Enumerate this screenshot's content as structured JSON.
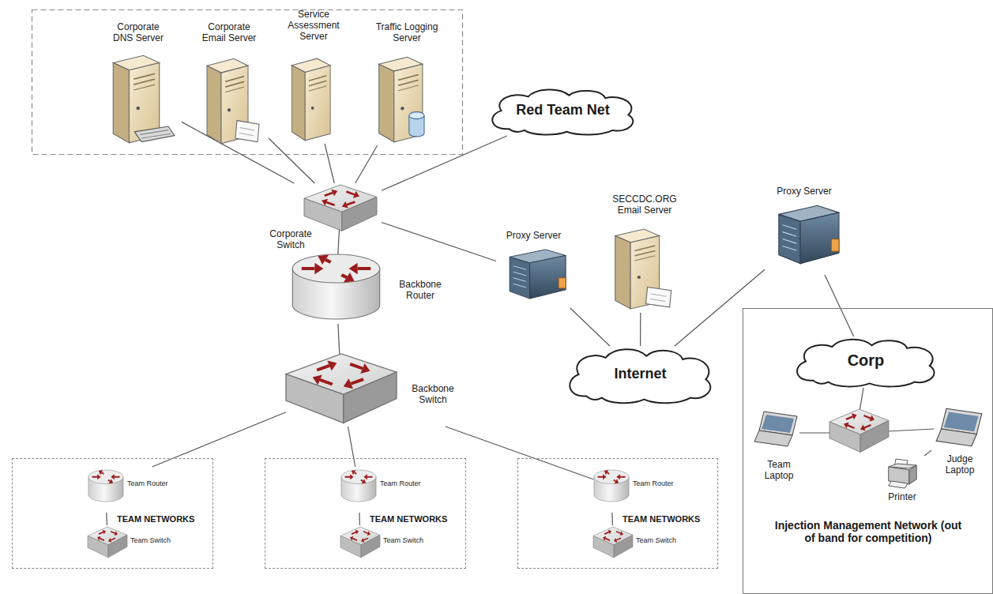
{
  "diagram": {
    "nodes": [
      {
        "text": [
          "Corporate DNS Server"
        ]
      },
      {
        "text": [
          "Corporate Email Server"
        ]
      },
      {
        "text": [
          "Service Assessment Server"
        ]
      },
      {
        "text": [
          "Traffic Logging Server"
        ]
      },
      {
        "text": [
          "Red Team Net"
        ]
      },
      {
        "text": [
          "Corporate Switch"
        ]
      },
      {
        "text": [
          "Backbone Router"
        ]
      },
      {
        "text": [
          "Proxy Server"
        ]
      },
      {
        "text": [
          "SECCDC.ORG Email Server"
        ]
      },
      {
        "text": [
          "Proxy Server"
        ]
      },
      {
        "text": [
          "Internet"
        ]
      },
      {
        "text": [
          "Backbone Switch"
        ]
      },
      {
        "text": [
          "TEAM NETWORKS"
        ]
      },
      {
        "text": [
          "Team Router"
        ],
        "in": 12
      },
      {
        "text": [
          "Team Switch"
        ],
        "in": 12
      },
      {
        "text": [
          "TEAM NETWORKS"
        ]
      },
      {
        "text": [
          "Team Router"
        ],
        "in": 15
      },
      {
        "text": [
          "Team Switch"
        ],
        "in": 15
      },
      {
        "text": [
          "TEAM NETWORKS"
        ]
      },
      {
        "text": [
          "Team Router"
        ],
        "in": 18
      },
      {
        "text": [
          "Team Switch"
        ],
        "in": 18
      },
      {
        "text": [
          "Injection Management Network (out of band for competition)"
        ]
      },
      {
        "text": [
          "Corp"
        ],
        "in": 21
      },
      {
        "text": [
          "Team Laptop"
        ],
        "in": 21
      },
      {
        "text": [
          "Judge Laptop"
        ],
        "in": 21
      },
      {
        "text": [
          "Printer"
        ],
        "in": 21
      }
    ],
    "edges": [
      {
        "from": 0,
        "to": 5,
        "arrow": "none"
      },
      {
        "from": 1,
        "to": 5,
        "arrow": "none"
      },
      {
        "from": 2,
        "to": 5,
        "arrow": "none"
      },
      {
        "from": 3,
        "to": 5,
        "arrow": "none"
      },
      {
        "from": 4,
        "to": 5,
        "arrow": "none"
      },
      {
        "from": 5,
        "to": 6,
        "arrow": "none"
      },
      {
        "from": 5,
        "to": 7,
        "arrow": "none"
      },
      {
        "from": 7,
        "to": 10,
        "arrow": "none"
      },
      {
        "from": 8,
        "to": 10,
        "arrow": "none"
      },
      {
        "from": 10,
        "to": 9,
        "arrow": "none"
      },
      {
        "from": 9,
        "to": 22,
        "arrow": "none"
      },
      {
        "from": 6,
        "to": 11,
        "arrow": "none"
      },
      {
        "from": 11,
        "to": 13,
        "arrow": "none"
      },
      {
        "from": 11,
        "to": 16,
        "arrow": "none"
      },
      {
        "from": 11,
        "to": 19,
        "arrow": "none"
      },
      {
        "from": 13,
        "to": 14,
        "arrow": "none"
      },
      {
        "from": 16,
        "to": 17,
        "arrow": "none"
      },
      {
        "from": 19,
        "to": 20,
        "arrow": "none"
      },
      {
        "from": 25,
        "to": 24,
        "arrow": "none"
      }
    ]
  }
}
